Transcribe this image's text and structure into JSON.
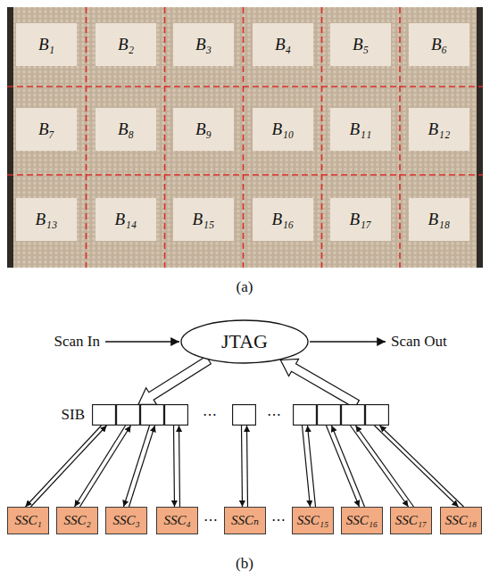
{
  "diagram": {
    "nodes": [
      {
        "text": [
          "B₁"
        ]
      },
      {
        "text": [
          "B₂"
        ]
      },
      {
        "text": [
          "B₃"
        ]
      },
      {
        "text": [
          "B₄"
        ]
      },
      {
        "text": [
          "B₅"
        ]
      },
      {
        "text": [
          "B₆"
        ]
      },
      {
        "text": [
          "B₇"
        ]
      },
      {
        "text": [
          "B₈"
        ]
      },
      {
        "text": [
          "B₉"
        ]
      },
      {
        "text": [
          "B₁₀"
        ]
      },
      {
        "text": [
          "B₁₁"
        ]
      },
      {
        "text": [
          "B₁₂"
        ]
      },
      {
        "text": [
          "B₁₃"
        ]
      },
      {
        "text": [
          "B₁₄"
        ]
      },
      {
        "text": [
          "B₁₅"
        ]
      },
      {
        "text": [
          "B₁₆"
        ]
      },
      {
        "text": [
          "B₁₇"
        ]
      },
      {
        "text": [
          "B₁₈"
        ]
      },
      {
        "text": [
          "JTAG"
        ]
      },
      {
        "text": [
          "SIB"
        ]
      },
      {
        "text": [
          "SSC₁"
        ]
      },
      {
        "text": [
          "SSC₂"
        ]
      },
      {
        "text": [
          "SSC₃"
        ]
      },
      {
        "text": [
          "SSC₄"
        ]
      },
      {
        "text": [
          "SSCₙ"
        ]
      },
      {
        "text": [
          "SSC₁₅"
        ]
      },
      {
        "text": [
          "SSC₁₆"
        ]
      },
      {
        "text": [
          "SSC₁₇"
        ]
      },
      {
        "text": [
          "SSC₁₈"
        ]
      }
    ],
    "edges": [
      {
        "from": 18,
        "to": 19,
        "arrow": "to"
      },
      {
        "from": 19,
        "to": 18,
        "arrow": "to"
      },
      {
        "from": 19,
        "to": 20,
        "arrow": "to"
      },
      {
        "from": 20,
        "to": 19,
        "arrow": "to"
      },
      {
        "from": 19,
        "to": 21,
        "arrow": "to"
      },
      {
        "from": 21,
        "to": 19,
        "arrow": "to"
      },
      {
        "from": 19,
        "to": 22,
        "arrow": "to"
      },
      {
        "from": 22,
        "to": 19,
        "arrow": "to"
      },
      {
        "from": 19,
        "to": 23,
        "arrow": "to"
      },
      {
        "from": 23,
        "to": 19,
        "arrow": "to"
      },
      {
        "from": 19,
        "to": 24,
        "arrow": "to"
      },
      {
        "from": 24,
        "to": 19,
        "arrow": "to"
      },
      {
        "from": 19,
        "to": 25,
        "arrow": "to"
      },
      {
        "from": 25,
        "to": 19,
        "arrow": "to"
      },
      {
        "from": 19,
        "to": 26,
        "arrow": "to"
      },
      {
        "from": 26,
        "to": 19,
        "arrow": "to"
      },
      {
        "from": 19,
        "to": 27,
        "arrow": "to"
      },
      {
        "from": 27,
        "to": 19,
        "arrow": "to"
      },
      {
        "from": 19,
        "to": 28,
        "arrow": "to"
      },
      {
        "from": 28,
        "to": 19,
        "arrow": "to"
      }
    ],
    "labels": [
      "(a)",
      "Scan In",
      "Scan Out",
      "⋯",
      "⋯",
      "⋯",
      "⋯",
      "(b)"
    ]
  }
}
